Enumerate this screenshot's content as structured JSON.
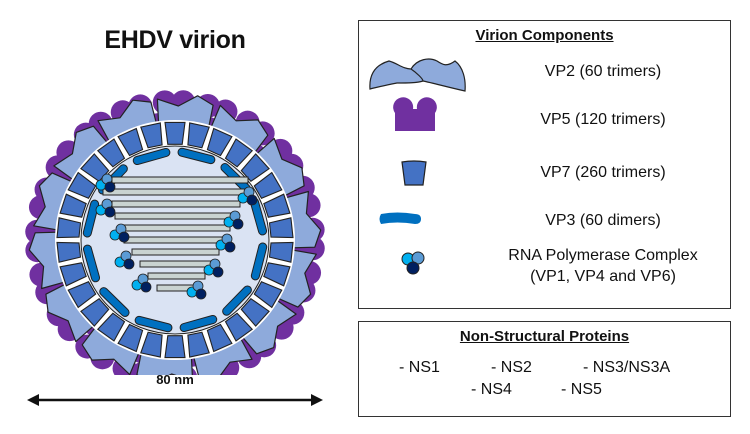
{
  "figure": {
    "title": "EHDV virion",
    "scale_label": "80 nm"
  },
  "colors": {
    "vp2": "#8eaadb",
    "vp5": "#7030a0",
    "vp7": "#4472c4",
    "vp3": "#0070c0",
    "core_fill": "#dae3f3",
    "rna": "#c9d3d1",
    "polymerase_light": "#00b0f0",
    "polymerase_mid": "#5b9bd5",
    "polymerase_dark": "#002060",
    "outline": "#222222"
  },
  "components_box": {
    "title": "Virion Components",
    "items": [
      {
        "icon": "vp2-icon",
        "label": "VP2 (60 trimers)"
      },
      {
        "icon": "vp5-icon",
        "label": "VP5 (120 trimers)"
      },
      {
        "icon": "vp7-icon",
        "label": "VP7 (260 trimers)"
      },
      {
        "icon": "vp3-icon",
        "label": "VP3 (60 dimers)"
      },
      {
        "icon": "polymerase-complex-icon",
        "label": "RNA Polymerase Complex",
        "label_line2": "(VP1, VP4 and VP6)"
      }
    ]
  },
  "nonstructural_box": {
    "title": "Non-Structural Proteins",
    "items": [
      "- NS1",
      "- NS2",
      "- NS3/NS3A",
      "- NS4",
      "- NS5"
    ]
  }
}
